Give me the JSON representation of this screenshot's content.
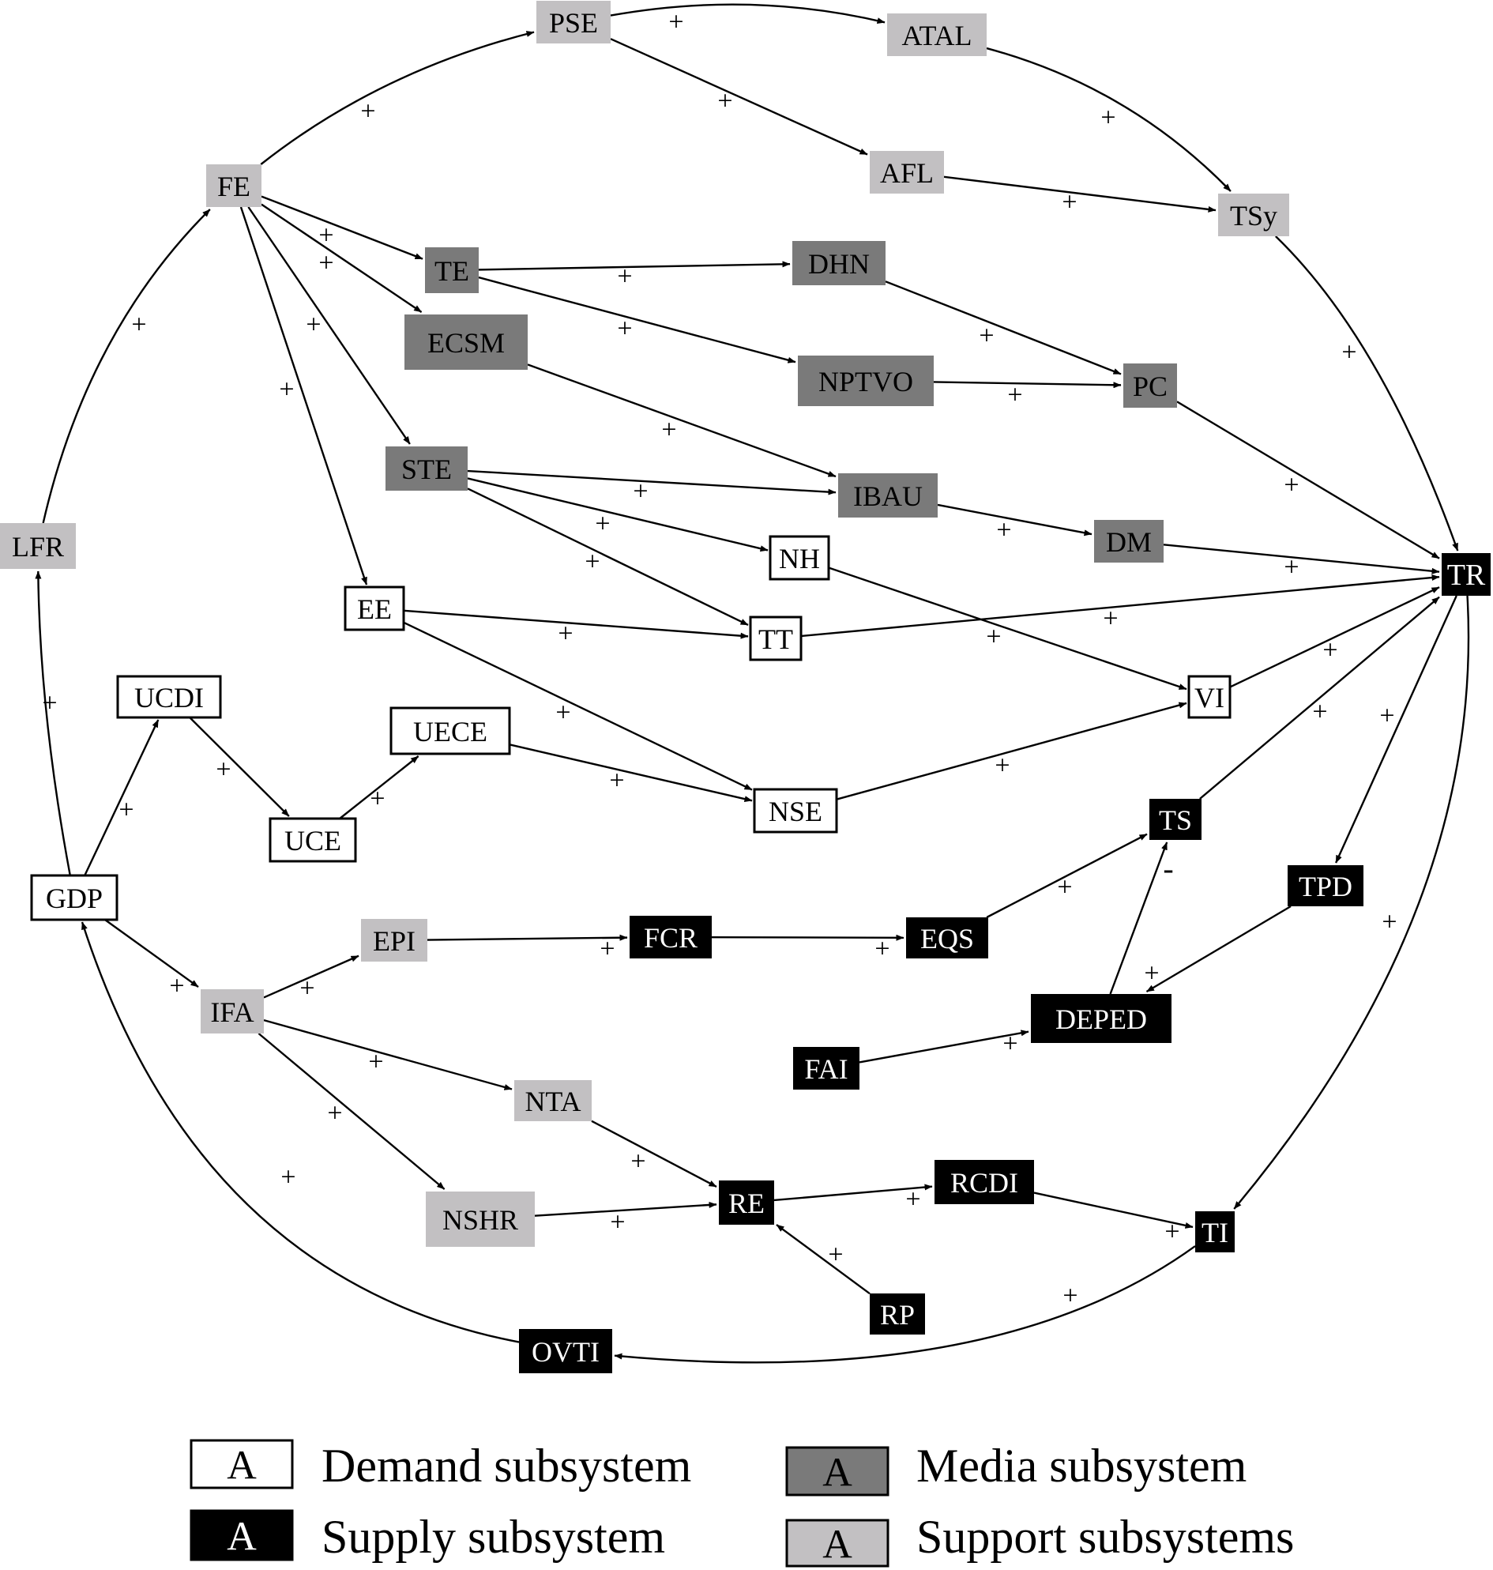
{
  "colors": {
    "demand_fill": "#ffffff",
    "supply_fill": "#000000",
    "media_fill": "#7a7a7a",
    "support_fill": "#c2c0c2",
    "line": "#000000"
  },
  "diagram": {
    "nodes": [
      {
        "id": "PSE",
        "label": "PSE",
        "group": "support"
      },
      {
        "id": "ATAL",
        "label": "ATAL",
        "group": "support"
      },
      {
        "id": "AFL",
        "label": "AFL",
        "group": "support"
      },
      {
        "id": "TSy",
        "label": "TSy",
        "group": "support"
      },
      {
        "id": "FE",
        "label": "FE",
        "group": "support"
      },
      {
        "id": "LFR",
        "label": "LFR",
        "group": "support"
      },
      {
        "id": "EPI",
        "label": "EPI",
        "group": "support"
      },
      {
        "id": "IFA",
        "label": "IFA",
        "group": "support"
      },
      {
        "id": "NTA",
        "label": "NTA",
        "group": "support"
      },
      {
        "id": "NSHR",
        "label": "NSHR",
        "group": "support"
      },
      {
        "id": "TE",
        "label": "TE",
        "group": "media"
      },
      {
        "id": "DHN",
        "label": "DHN",
        "group": "media"
      },
      {
        "id": "ECSM",
        "label": "ECSM",
        "group": "media"
      },
      {
        "id": "NPTVO",
        "label": "NPTVO",
        "group": "media"
      },
      {
        "id": "PC",
        "label": "PC",
        "group": "media"
      },
      {
        "id": "STE",
        "label": "STE",
        "group": "media"
      },
      {
        "id": "IBAU",
        "label": "IBAU",
        "group": "media"
      },
      {
        "id": "DM",
        "label": "DM",
        "group": "media"
      },
      {
        "id": "NH",
        "label": "NH",
        "group": "demand"
      },
      {
        "id": "EE",
        "label": "EE",
        "group": "demand"
      },
      {
        "id": "TT",
        "label": "TT",
        "group": "demand"
      },
      {
        "id": "UCDI",
        "label": "UCDI",
        "group": "demand"
      },
      {
        "id": "UECE",
        "label": "UECE",
        "group": "demand"
      },
      {
        "id": "UCE",
        "label": "UCE",
        "group": "demand"
      },
      {
        "id": "NSE",
        "label": "NSE",
        "group": "demand"
      },
      {
        "id": "VI",
        "label": "VI",
        "group": "demand"
      },
      {
        "id": "GDP",
        "label": "GDP",
        "group": "demand"
      },
      {
        "id": "TR",
        "label": "TR",
        "group": "supply"
      },
      {
        "id": "TS",
        "label": "TS",
        "group": "supply"
      },
      {
        "id": "TPD",
        "label": "TPD",
        "group": "supply"
      },
      {
        "id": "FCR",
        "label": "FCR",
        "group": "supply"
      },
      {
        "id": "EQS",
        "label": "EQS",
        "group": "supply"
      },
      {
        "id": "DEPED",
        "label": "DEPED",
        "group": "supply"
      },
      {
        "id": "FAI",
        "label": "FAI",
        "group": "supply"
      },
      {
        "id": "RE",
        "label": "RE",
        "group": "supply"
      },
      {
        "id": "RCDI",
        "label": "RCDI",
        "group": "supply"
      },
      {
        "id": "TI",
        "label": "TI",
        "group": "supply"
      },
      {
        "id": "RP",
        "label": "RP",
        "group": "supply"
      },
      {
        "id": "OVTI",
        "label": "OVTI",
        "group": "supply"
      }
    ],
    "edges": [
      {
        "from": "FE",
        "to": "PSE",
        "sign": "+"
      },
      {
        "from": "PSE",
        "to": "ATAL",
        "sign": "+"
      },
      {
        "from": "PSE",
        "to": "AFL",
        "sign": "+"
      },
      {
        "from": "ATAL",
        "to": "TSy",
        "sign": "+"
      },
      {
        "from": "AFL",
        "to": "TSy",
        "sign": "+"
      },
      {
        "from": "TSy",
        "to": "TR",
        "sign": "+"
      },
      {
        "from": "FE",
        "to": "TE",
        "sign": "+"
      },
      {
        "from": "FE",
        "to": "ECSM",
        "sign": "+"
      },
      {
        "from": "FE",
        "to": "STE",
        "sign": "+"
      },
      {
        "from": "FE",
        "to": "EE",
        "sign": "+"
      },
      {
        "from": "TE",
        "to": "DHN",
        "sign": "+"
      },
      {
        "from": "TE",
        "to": "NPTVO",
        "sign": "+"
      },
      {
        "from": "DHN",
        "to": "PC",
        "sign": "+"
      },
      {
        "from": "NPTVO",
        "to": "PC",
        "sign": "+"
      },
      {
        "from": "PC",
        "to": "TR",
        "sign": "+"
      },
      {
        "from": "ECSM",
        "to": "IBAU",
        "sign": "+"
      },
      {
        "from": "STE",
        "to": "IBAU",
        "sign": "+"
      },
      {
        "from": "STE",
        "to": "NH",
        "sign": "+"
      },
      {
        "from": "STE",
        "to": "TT",
        "sign": "+"
      },
      {
        "from": "IBAU",
        "to": "DM",
        "sign": "+"
      },
      {
        "from": "DM",
        "to": "TR",
        "sign": "+"
      },
      {
        "from": "NH",
        "to": "VI",
        "sign": "+"
      },
      {
        "from": "EE",
        "to": "TT",
        "sign": "+"
      },
      {
        "from": "EE",
        "to": "NSE",
        "sign": "+"
      },
      {
        "from": "TT",
        "to": "TR",
        "sign": "+"
      },
      {
        "from": "VI",
        "to": "TR",
        "sign": "+"
      },
      {
        "from": "UCDI",
        "to": "UCE",
        "sign": "+"
      },
      {
        "from": "UCE",
        "to": "UECE",
        "sign": "+"
      },
      {
        "from": "UECE",
        "to": "NSE",
        "sign": "+"
      },
      {
        "from": "NSE",
        "to": "VI",
        "sign": "+"
      },
      {
        "from": "GDP",
        "to": "UCDI",
        "sign": "+"
      },
      {
        "from": "GDP",
        "to": "LFR",
        "sign": "+"
      },
      {
        "from": "LFR",
        "to": "FE",
        "sign": "+"
      },
      {
        "from": "GDP",
        "to": "IFA",
        "sign": "+"
      },
      {
        "from": "IFA",
        "to": "EPI",
        "sign": "+"
      },
      {
        "from": "IFA",
        "to": "NTA",
        "sign": "+"
      },
      {
        "from": "IFA",
        "to": "NSHR",
        "sign": "+"
      },
      {
        "from": "EPI",
        "to": "FCR",
        "sign": "+"
      },
      {
        "from": "FCR",
        "to": "EQS",
        "sign": "+"
      },
      {
        "from": "EQS",
        "to": "TS",
        "sign": "+"
      },
      {
        "from": "TS",
        "to": "TR",
        "sign": "+"
      },
      {
        "from": "TR",
        "to": "TPD",
        "sign": "+"
      },
      {
        "from": "TPD",
        "to": "DEPED",
        "sign": "+"
      },
      {
        "from": "DEPED",
        "to": "TS",
        "sign": "-"
      },
      {
        "from": "FAI",
        "to": "DEPED",
        "sign": "+"
      },
      {
        "from": "NTA",
        "to": "RE",
        "sign": "+"
      },
      {
        "from": "NSHR",
        "to": "RE",
        "sign": "+"
      },
      {
        "from": "RE",
        "to": "RCDI",
        "sign": "+"
      },
      {
        "from": "RP",
        "to": "RE",
        "sign": "+"
      },
      {
        "from": "RCDI",
        "to": "TI",
        "sign": "+"
      },
      {
        "from": "TR",
        "to": "TI",
        "sign": "+"
      },
      {
        "from": "TI",
        "to": "OVTI",
        "sign": "+"
      },
      {
        "from": "OVTI",
        "to": "GDP",
        "sign": "+"
      }
    ]
  },
  "legend": {
    "swatch_letter": "A",
    "items": [
      {
        "group": "demand",
        "label": "Demand subsystem"
      },
      {
        "group": "supply",
        "label": "Supply subsystem"
      },
      {
        "group": "media",
        "label": "Media subsystem"
      },
      {
        "group": "support",
        "label": "Support subsystems"
      }
    ]
  }
}
